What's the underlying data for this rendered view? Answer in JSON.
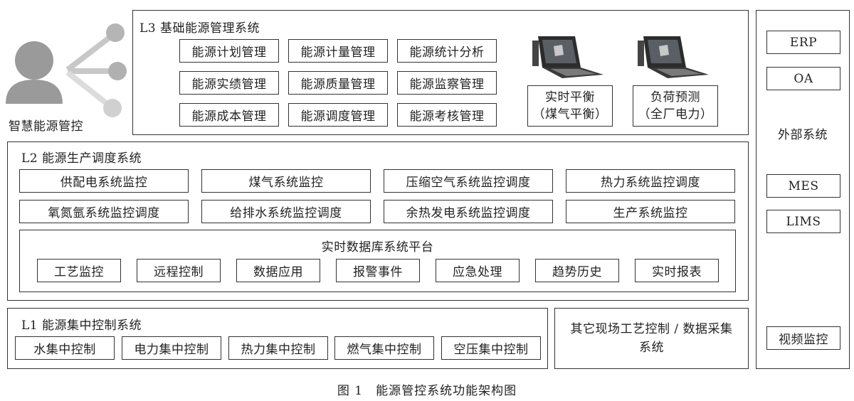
{
  "smart": {
    "label": "智慧能源管控"
  },
  "l3": {
    "title": "L3 基础能源管理系统",
    "modules": [
      "能源计划管理",
      "能源计量管理",
      "能源统计分析",
      "能源实绩管理",
      "能源质量管理",
      "能源监察管理",
      "能源成本管理",
      "能源调度管理",
      "能源考核管理"
    ],
    "balance": {
      "line1": "实时平衡",
      "line2": "（煤气平衡）"
    },
    "forecast": {
      "line1": "负荷预测",
      "line2": "（全厂电力）"
    }
  },
  "l2": {
    "title": "L2 能源生产调度系统",
    "row1": [
      "供配电系统监控",
      "煤气系统监控",
      "压缩空气系统监控调度",
      "热力系统监控调度"
    ],
    "row2": [
      "氧氮氩系统监控调度",
      "给排水系统监控调度",
      "余热发电系统监控调度",
      "生产系统监控"
    ],
    "rtdb": {
      "title": "实时数据库系统平台",
      "items": [
        "工艺监控",
        "远程控制",
        "数据应用",
        "报警事件",
        "应急处理",
        "趋势历史",
        "实时报表"
      ]
    }
  },
  "l1": {
    "title": "L1 能源集中控制系统",
    "items": [
      "水集中控制",
      "电力集中控制",
      "热力集中控制",
      "燃气集中控制",
      "空压集中控制"
    ]
  },
  "other": {
    "line1": "其它现场工艺控制 / 数据采集",
    "line2": "系统"
  },
  "external": {
    "label": "外部系统",
    "items": [
      "ERP",
      "OA",
      "MES",
      "LIMS",
      "视频监控"
    ]
  },
  "caption": "图 1　能源管控系统功能架构图",
  "colors": {
    "line": "#333333",
    "icon_gray": "#bdbdbd",
    "icon_dark": "#9a9a9a"
  }
}
